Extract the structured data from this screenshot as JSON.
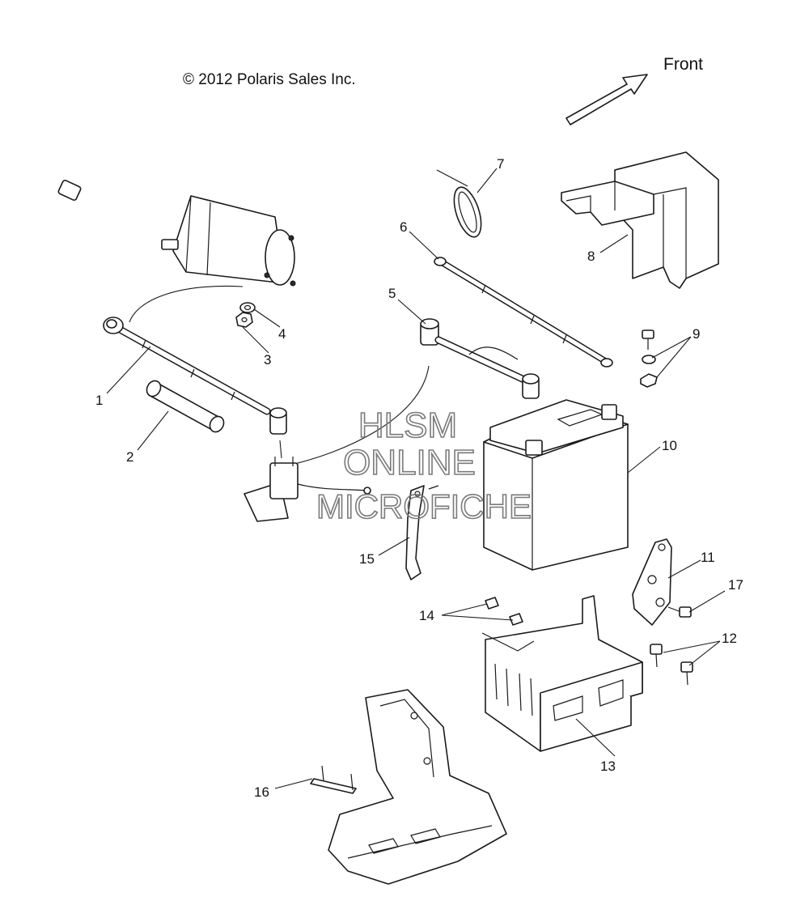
{
  "header": {
    "copyright": "© 2012 Polaris Sales Inc.",
    "direction_label": "Front"
  },
  "watermark": {
    "line1": "HLSM",
    "line2": "ONLINE",
    "line3": "MICROFICHE"
  },
  "callouts": [
    "1",
    "2",
    "3",
    "4",
    "5",
    "6",
    "7",
    "8",
    "9",
    "10",
    "11",
    "12",
    "13",
    "14",
    "15",
    "16",
    "17"
  ]
}
